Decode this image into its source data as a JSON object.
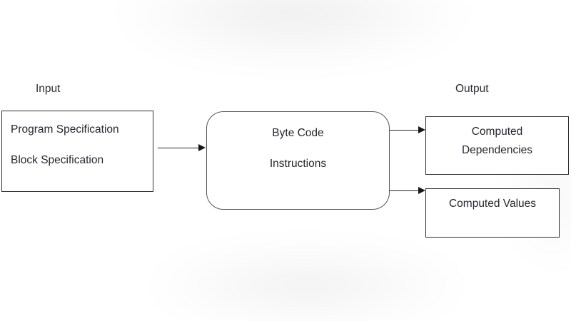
{
  "diagram": {
    "labels": {
      "input": "Input",
      "output": "Output"
    },
    "nodes": {
      "input_box": {
        "line1": "Program Specification",
        "line2": "Block Specification"
      },
      "process_box": {
        "line1": "Byte Code",
        "line2": "Instructions"
      },
      "output_dependencies": {
        "line1": "Computed",
        "line2": "Dependencies"
      },
      "output_values": {
        "line1": "Computed Values"
      }
    },
    "colors": {
      "background": "#ffffff",
      "text": "#262630",
      "box_stroke": "#2f2f2f",
      "rounded_stroke": "#565656",
      "arrow": "#171717"
    }
  }
}
